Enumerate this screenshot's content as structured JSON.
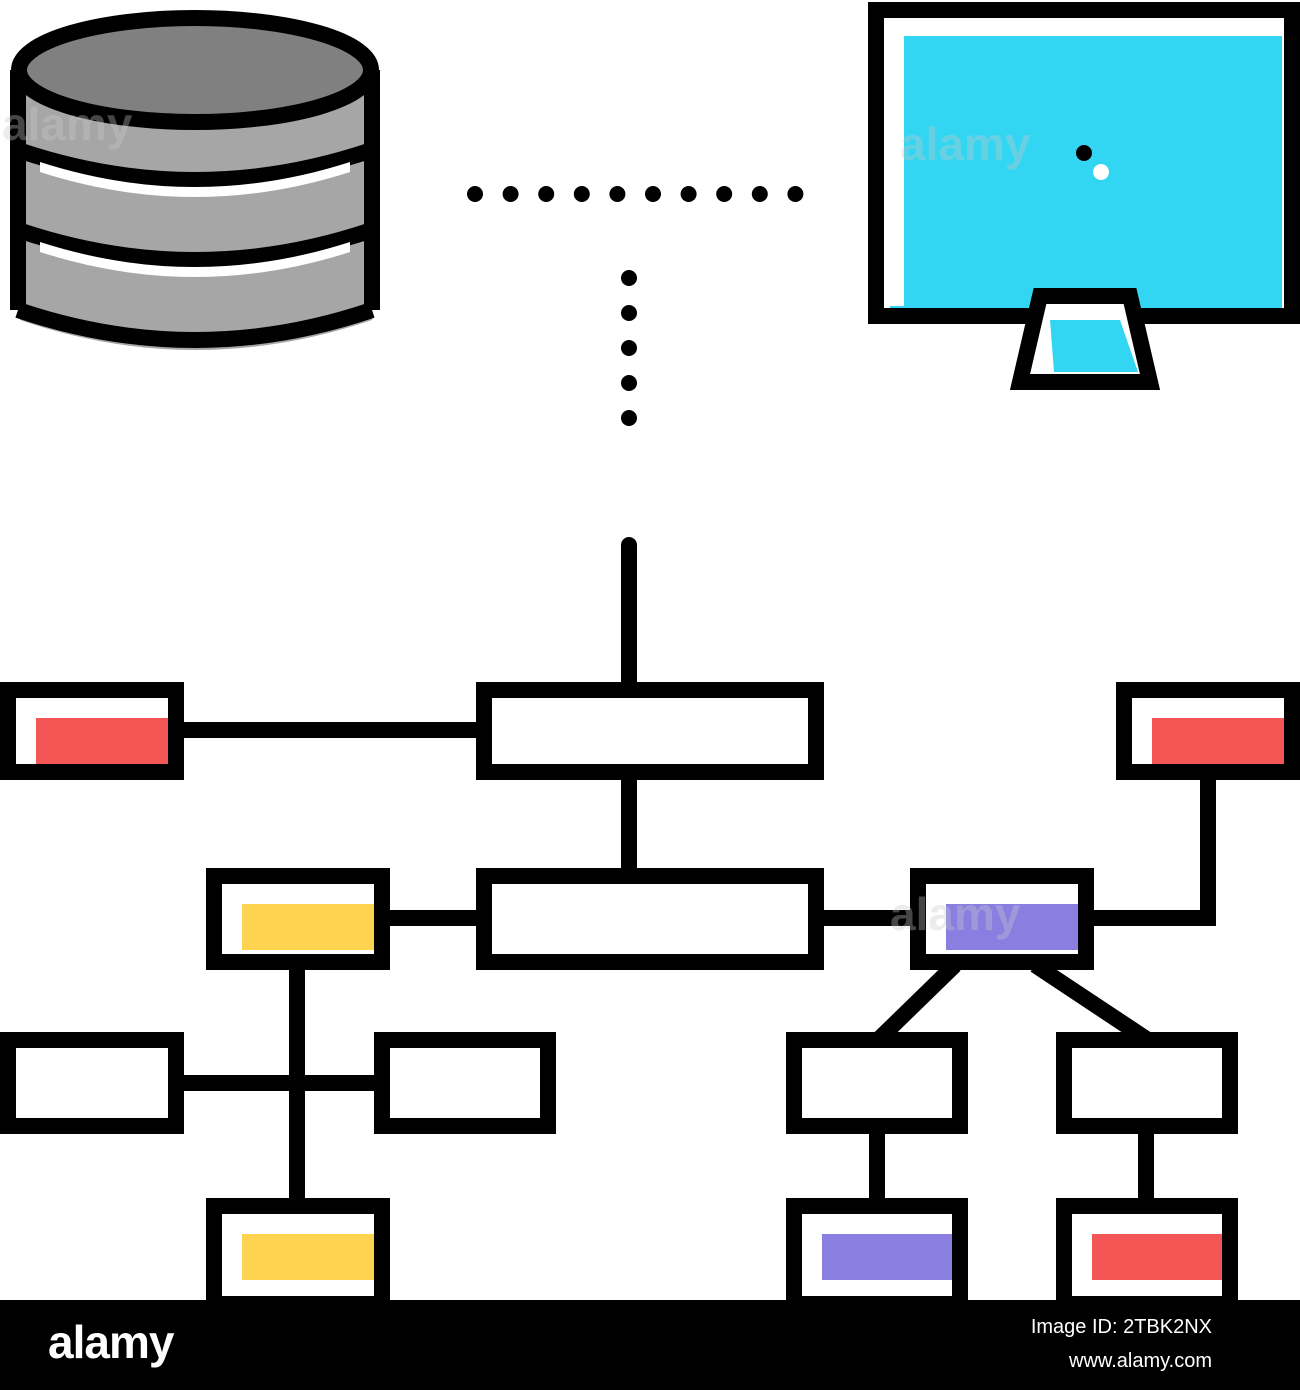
{
  "colors": {
    "stroke": "#000000",
    "background": "#ffffff",
    "db_fill": "#a6a6a6",
    "db_top_fill": "#808080",
    "monitor_screen": "#33d6f2",
    "red": "#f45656",
    "yellow": "#fdd34f",
    "purple": "#8a7fe0"
  },
  "icons": {
    "database": "database-icon",
    "monitor": "monitor-icon"
  },
  "footer": {
    "logo": "alamy",
    "image_id": "Image ID: 2TBK2NX",
    "site": "www.alamy.com"
  }
}
